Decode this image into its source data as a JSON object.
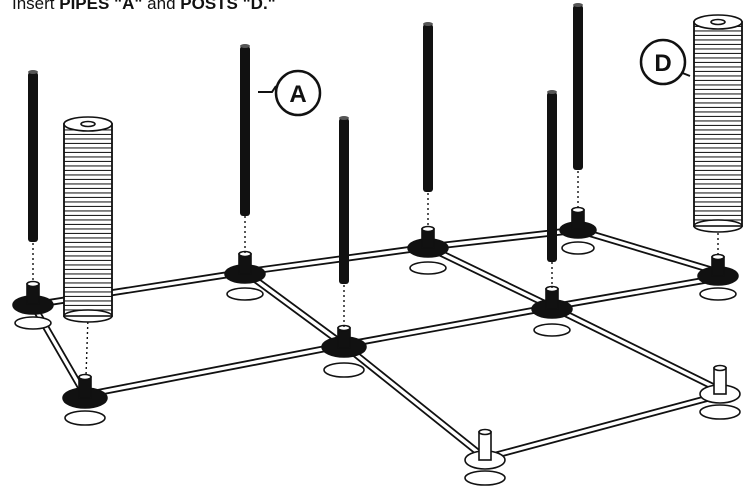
{
  "instruction": {
    "prefix": "Insert ",
    "item1": "PIPES \"A\"",
    "middle": " and ",
    "item2": "POSTS \"D.\""
  },
  "callouts": {
    "pipe": "A",
    "post": "D"
  }
}
